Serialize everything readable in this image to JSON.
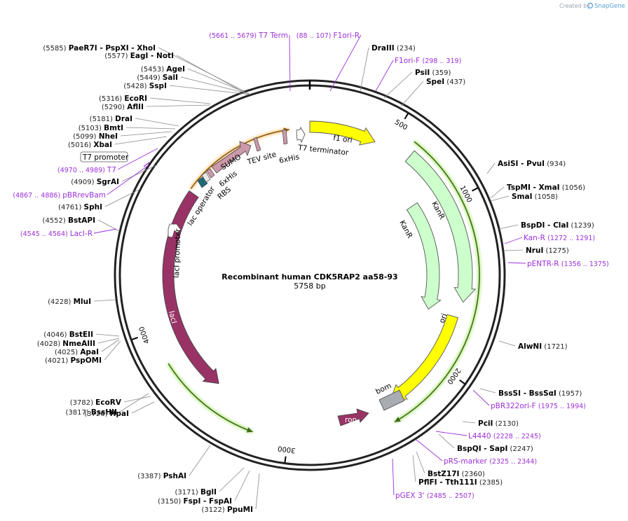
{
  "credit": {
    "prefix": "Created by",
    "brand": "SnapGene"
  },
  "map": {
    "title": "Recombinant human CDK5RAP2 aa58-93",
    "length_label": "5758 bp",
    "total_bp": 5758
  },
  "ticks": [
    {
      "bp": 500,
      "label": "500"
    },
    {
      "bp": 1000,
      "label": "1000"
    },
    {
      "bp": 2000,
      "label": "2000"
    },
    {
      "bp": 3000,
      "label": "3000"
    },
    {
      "bp": 4000,
      "label": "4000"
    }
  ],
  "enzymes": [
    {
      "name": "PaeR7I",
      "sep": "-",
      "name2": "PspXI",
      "name3": "XhoI",
      "pos": "(5585)",
      "bp": 5585
    },
    {
      "name": "EagI",
      "sep": "-",
      "name2": "NotI",
      "pos": "(5577)",
      "bp": 5577
    },
    {
      "name": "AgeI",
      "pos": "(5453)",
      "bp": 5453
    },
    {
      "name": "SalI",
      "pos": "(5449)",
      "bp": 5449
    },
    {
      "name": "SspI",
      "pos": "(5428)",
      "bp": 5428
    },
    {
      "name": "EcoRI",
      "pos": "(5316)",
      "bp": 5316
    },
    {
      "name": "AflII",
      "pos": "(5290)",
      "bp": 5290
    },
    {
      "name": "DraI",
      "pos": "(5181)",
      "bp": 5181
    },
    {
      "name": "BmtI",
      "pos": "(5103)",
      "bp": 5103
    },
    {
      "name": "NheI",
      "pos": "(5099)",
      "bp": 5099
    },
    {
      "name": "XbaI",
      "pos": "(5016)",
      "bp": 5016
    },
    {
      "name": "SgrAI",
      "pos": "(4909)",
      "bp": 4909
    },
    {
      "name": "SphI",
      "pos": "(4761)",
      "bp": 4761
    },
    {
      "name": "BstAPI",
      "pos": "(4552)",
      "bp": 4552
    },
    {
      "name": "MluI",
      "pos": "(4228)",
      "bp": 4228
    },
    {
      "name": "BstEII",
      "pos": "(4046)",
      "bp": 4046
    },
    {
      "name": "NmeAIII",
      "pos": "(4028)",
      "bp": 4028
    },
    {
      "name": "ApaI",
      "pos": "(4025)",
      "bp": 4025
    },
    {
      "name": "PspOMI",
      "pos": "(4021)",
      "bp": 4021
    },
    {
      "name": "BssHII",
      "pos": "(3817)",
      "bp": 3817
    },
    {
      "name": "EcoRV",
      "pos": "(3782)",
      "bp": 3782
    },
    {
      "name": "HpaI",
      "pos": "(3726)",
      "bp": 3726
    },
    {
      "name": "PshAI",
      "pos": "(3387)",
      "bp": 3387
    },
    {
      "name": "BglI",
      "pos": "(3171)",
      "bp": 3171
    },
    {
      "name": "FspI",
      "sep": "-",
      "name2": "FspAI",
      "pos": "(3150)",
      "bp": 3150
    },
    {
      "name": "PpuMI",
      "pos": "(3122)",
      "bp": 3122
    },
    {
      "name": "DraIII",
      "pos": "(234)",
      "bp": 234
    },
    {
      "name": "PsiI",
      "pos": "(359)",
      "bp": 359
    },
    {
      "name": "SpeI",
      "pos": "(437)",
      "bp": 437
    },
    {
      "name": "AsiSI",
      "sep": "-",
      "name2": "PvuI",
      "pos": "(934)",
      "bp": 934
    },
    {
      "name": "TspMI",
      "sep": "-",
      "name2": "XmaI",
      "pos": "(1056)",
      "bp": 1056
    },
    {
      "name": "SmaI",
      "pos": "(1058)",
      "bp": 1058
    },
    {
      "name": "BspDI",
      "sep": "-",
      "name2": "ClaI",
      "pos": "(1239)",
      "bp": 1239
    },
    {
      "name": "NruI",
      "pos": "(1275)",
      "bp": 1275
    },
    {
      "name": "AlwNI",
      "pos": "(1721)",
      "bp": 1721
    },
    {
      "name": "BssSI",
      "sep": "-",
      "name2": "BssSαI",
      "pos": "(1957)",
      "bp": 1957
    },
    {
      "name": "PciI",
      "pos": "(2130)",
      "bp": 2130
    },
    {
      "name": "BspQI",
      "sep": "-",
      "name2": "SapI",
      "pos": "(2247)",
      "bp": 2247
    },
    {
      "name": "BstZ17I",
      "pos": "(2360)",
      "bp": 2360
    },
    {
      "name": "PflFI",
      "sep": "-",
      "name2": "Tth111I",
      "pos": "(2385)",
      "bp": 2385
    }
  ],
  "primers": [
    {
      "name": "T7 Term",
      "range": "(5661 .. 5679)"
    },
    {
      "name": "F1ori-R",
      "range": "(88 .. 107)"
    },
    {
      "name": "F1ori-F",
      "range": "(298 .. 319)"
    },
    {
      "name": "T7",
      "range": "(4970 .. 4989)"
    },
    {
      "name": "pBRrevBam",
      "range": "(4867 .. 4886)"
    },
    {
      "name": "LacI-R",
      "range": "(4545 .. 4564)"
    },
    {
      "name": "Kan-R",
      "range": "(1272 .. 1291)"
    },
    {
      "name": "pENTR-R",
      "range": "(1356 .. 1375)"
    },
    {
      "name": "pBR322ori-F",
      "range": "(1975 .. 1994)"
    },
    {
      "name": "L4440",
      "range": "(2228 .. 2245)"
    },
    {
      "name": "pRS-marker",
      "range": "(2325 .. 2344)"
    },
    {
      "name": "pGEX 3'",
      "range": "(2485 .. 2507)"
    }
  ],
  "features": {
    "t7_promoter": "T7 promoter",
    "sumo": "SUMO",
    "his6_a": "6xHis",
    "his6_b": "6xHis",
    "tev": "TEV site",
    "t7_terminator": "T7 terminator",
    "f1_ori": "f1 ori",
    "kanr_outer": "KanR",
    "kanr_inner": "KanR",
    "ori": "ori",
    "bom": "bom",
    "rop": "rop",
    "laci": "lacI",
    "laci_promoter": "lacI promoter",
    "lac_operator": "lac operator",
    "rbs": "RBS"
  },
  "colors": {
    "f1_ori": "#ffff00",
    "kanr": "#ccffcc",
    "ori": "#ffff00",
    "laci": "#993366",
    "rop": "#993366",
    "bom": "#a9acb3",
    "sumo": "#cc99aa",
    "primer": "#9b30d9",
    "orf_green": "#3a6b1a",
    "orf_orange": "#b8741a"
  }
}
